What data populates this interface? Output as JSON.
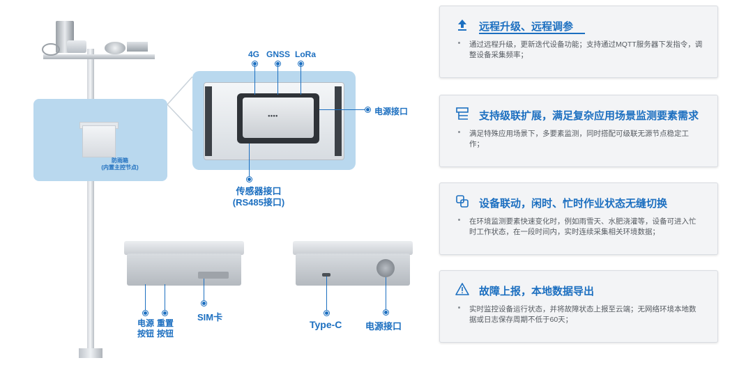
{
  "illustration": {
    "box_note": "防雨箱\n(内置主控节点)",
    "labels": {
      "antenna_4g": "4G",
      "antenna_gnss": "GNSS",
      "antenna_lora": "LoRa",
      "power_port_top": "电源接口",
      "sensor_port_line1": "传感器接口",
      "sensor_port_line2": "(RS485接口)",
      "power_button": "电源\n按钮",
      "reset_button": "重置\n按钮",
      "sim_card": "SIM卡",
      "type_c": "Type-C",
      "power_port_bottom": "电源接口"
    }
  },
  "features": [
    {
      "icon": "upload-arrow-icon",
      "title": "远程升级、远程调参",
      "body": "通过远程升级，更新迭代设备功能；支持通过MQTT服务器下发指令，调整设备采集频率；"
    },
    {
      "icon": "cascade-structure-icon",
      "title": "支持级联扩展，满足复杂应用场景监测要素需求",
      "body": "满足特殊应用场景下，多要素监测，同时搭配可级联无源节点稳定工作；"
    },
    {
      "icon": "linked-squares-icon",
      "title": "设备联动，闲时、忙时作业状态无缝切换",
      "body": "在环境监测要素快速变化时，例如雨雪天、水肥浇灌等，设备可进入忙时工作状态，在一段时间内，实时连续采集相关环境数据；"
    },
    {
      "icon": "warning-triangle-icon",
      "title": "故障上报，本地数据导出",
      "body": "实时监控设备运行状态，并将故障状态上报至云端；无网络环境本地数据或日志保存周期不低于60天；"
    }
  ],
  "colors": {
    "accent": "#1c6fc0",
    "callout_bg": "#b9d8ee",
    "card_bg": "#f3f4f6"
  }
}
